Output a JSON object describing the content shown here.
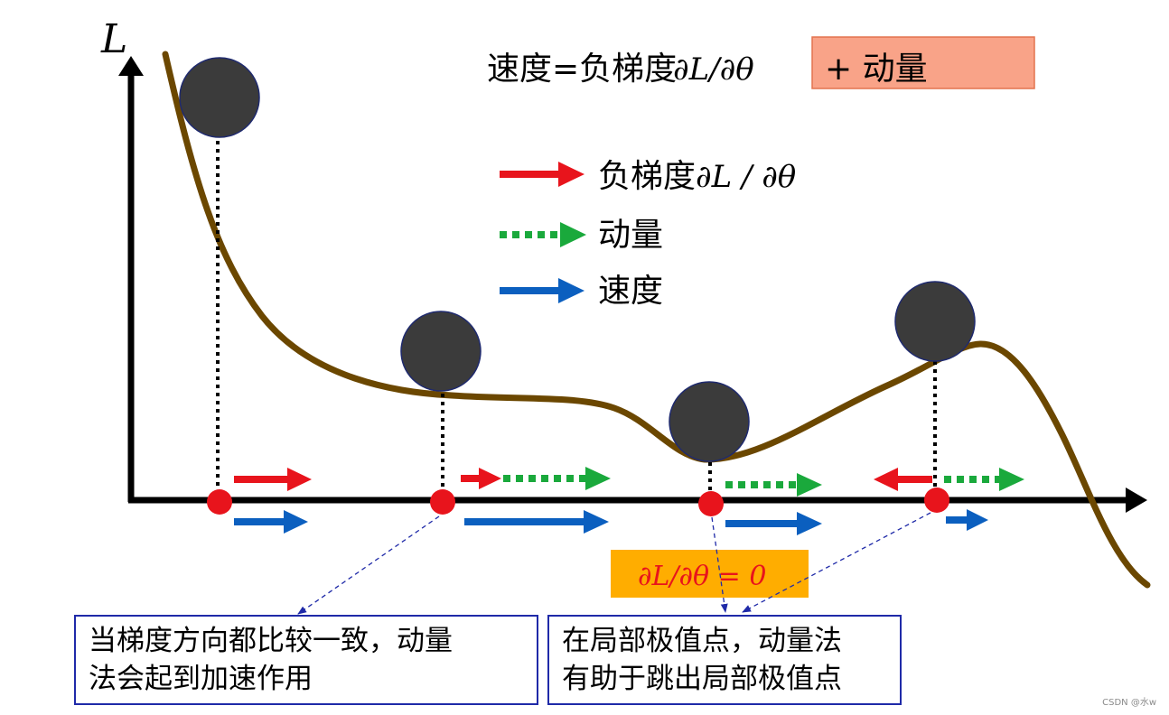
{
  "axis": {
    "y_label": "L"
  },
  "formula": {
    "prefix": "速度=负梯度",
    "math": "∂L/∂θ",
    "plus_part": "+ 动量",
    "highlight_color": "#f9a388"
  },
  "legend": [
    {
      "label_text": "负梯度",
      "label_math": "∂L / ∂θ",
      "color": "#e8141c",
      "style": "solid"
    },
    {
      "label_text": "动量",
      "label_math": "",
      "color": "#1aa93c",
      "style": "dotted"
    },
    {
      "label_text": "速度",
      "label_math": "",
      "color": "#0b5fbf",
      "style": "solid"
    }
  ],
  "zero_gradient_label": "∂L/∂θ = 0",
  "zero_gradient_bg": "#ffad00",
  "annotations": {
    "left": {
      "line1": "当梯度方向都比较一致，动量",
      "line2": "法会起到加速作用"
    },
    "right": {
      "line1": "在局部极值点，动量法",
      "line2": "有助于跳出局部极值点"
    }
  },
  "colors": {
    "curve": "#6b4700",
    "ball": "#3b3b3b",
    "point": "#e8141c",
    "axis": "#000000"
  },
  "watermark": "CSDN @水w"
}
